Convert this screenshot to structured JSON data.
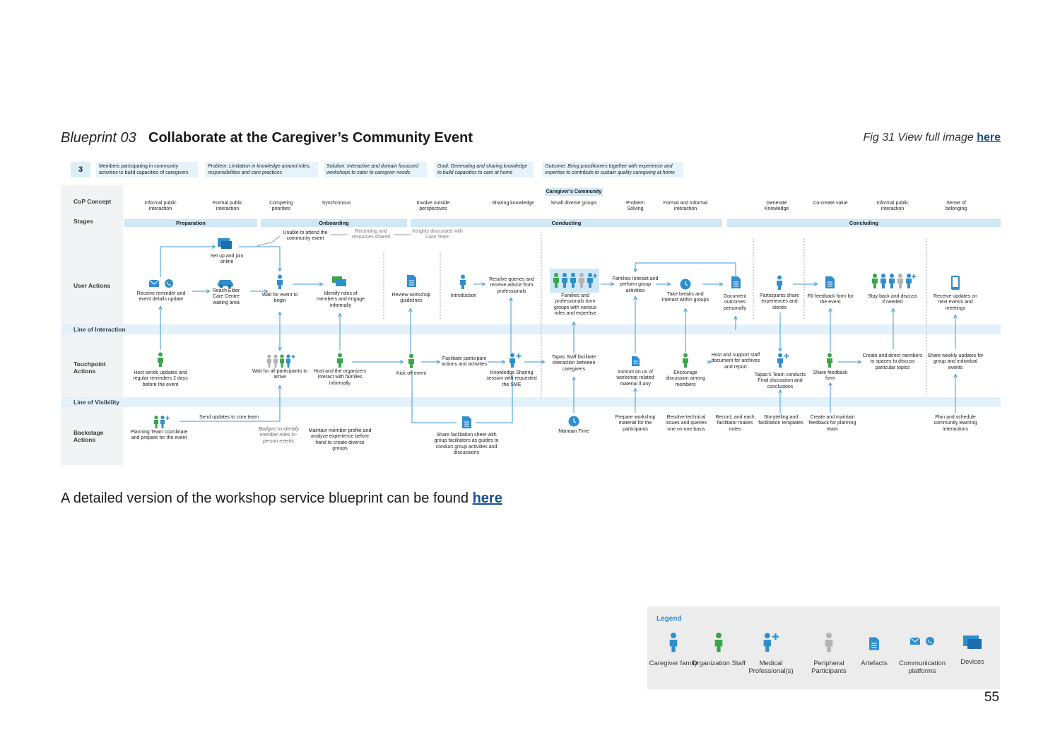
{
  "header": {
    "title_prefix": "Blueprint 03",
    "title_main": "Collaborate at the Caregiver’s Community Event",
    "fig_ref_text": "Fig 31 View full image",
    "fig_ref_link": "here"
  },
  "summary": {
    "number": "3",
    "boxes": [
      "Members participating in community activities to build capacities of caregivers",
      "Problem: Limitation in knowledge around roles, responsibilities and care practices",
      "Solution: Interactive and domain focussed workshops to cater to caregiver needs",
      "Goal: Generating and sharing knowledge to build capacities to care at home",
      "Outcome: Bring practitioners together with experience and expertise to contribute to sustain quality caregiving at home"
    ]
  },
  "rows": {
    "cop": "CoP Concept",
    "stages": "Stages",
    "user_actions": "User Actions",
    "line_interaction": "Line of Interaction",
    "touchpoint": "Touchpoint Actions",
    "line_visibility": "Line of Visibility",
    "backstage": "Backstage Actions"
  },
  "stages": [
    "Preparation",
    "Onboarding",
    "Conducting",
    "Concluding"
  ],
  "cop_concepts": [
    "Informal public interaction",
    "Formal public interaction",
    "Competing priorities",
    "Synchronous",
    "Involve outside perspectives",
    "Sharing knowledge",
    "Small diverse groups",
    "Problem Solving",
    "Formal and Informal interaction",
    "Generate Knowledge",
    "Co-create value",
    "Informal public interaction",
    "Sense of belonging"
  ],
  "community_tag": "Caregiver’s Community",
  "user_actions": [
    "Set up and join online",
    "Unable to attend the community event",
    "Recording and resources shared",
    "Insights discussed with Care Team",
    "Receive reminder and event details update",
    "Reach Elder Care Centre waiting area",
    "Wait for event to begin",
    "Identify roles of members and engage informally",
    "Review workshop guidelines",
    "Introduction",
    "Resolve queries and receive advice from professionals",
    "Families and professionals form groups with various roles and expertise",
    "Families Interact and perform group activities",
    "Take breaks and interact within groups",
    "Document outcomes personally",
    "Participants share experiences and stories",
    "Fill feedback form for the event",
    "Stay back and discuss if needed",
    "Receive updates on next events and meetings"
  ],
  "touchpoints": [
    "Host sends updates and regular reminders 2 days before the event",
    "Wait for all participants to arrive",
    "Host and the organizers interact with families informally",
    "Kick off event",
    "Facilitate participant actions and activities",
    "Knowledge Sharing session with requested the SME",
    "Tapas Staff facilitate interaction between caregivers",
    "Instruct on us of workshop related material if any",
    "Encourage discussion among members",
    "Host and support staff document for archives and report",
    "Tapas’s Team conducts Final discussion and conclusions",
    "Share feedback form",
    "Create and direct members to spaces to discuss particular topics",
    "Share weekly updates for group and individual events"
  ],
  "backstage": [
    "Send updates to core team",
    "Planning Team coordinate and prepare for the event",
    "‘Badges’ to identify member roles in-person events",
    "Maintain member profile and analyze experience before hand to create diverse groups",
    "Share facilitation sheet with group facilitators as guides to conduct group activities and discussions",
    "Maintain Time",
    "Prepare workshop material for the participants",
    "Resolve technical issues and queries one on one basis",
    "Record, and each facilitator makes notes",
    "Storytelling and facilitation templates",
    "Create and maintain feedback for planning team",
    "Plan and schedule community learning interactions"
  ],
  "footer": {
    "detail_text": "A detailed version of the workshop service blueprint can be found",
    "detail_link": "here",
    "page_number": "55"
  },
  "legend": {
    "title": "Legend",
    "items": [
      {
        "label": "Caregiver family",
        "icon": "person-icon",
        "color": "#2f8fce"
      },
      {
        "label": "Organization Staff",
        "icon": "person-icon",
        "color": "#3aa64a"
      },
      {
        "label": "Medical Professional(s)",
        "icon": "person-plus-icon",
        "color": "#2f8fce"
      },
      {
        "label": "Peripheral Participants",
        "icon": "person-icon",
        "color": "#b3b3b3"
      },
      {
        "label": "Artefacts",
        "icon": "document-icon",
        "color": "#2f8fce"
      },
      {
        "label": "Communication platforms",
        "icon": "mail-chat-icon",
        "color": "#2f8fce"
      },
      {
        "label": "Devices",
        "icon": "devices-icon",
        "color": "#2f8fce"
      }
    ]
  },
  "colors": {
    "caregiver": "#2f8fce",
    "staff": "#3aa64a",
    "peripheral": "#b3b3b3",
    "band": "#e3f1fa",
    "stage": "#cfe8f6",
    "arrow": "#3b9ad8"
  }
}
